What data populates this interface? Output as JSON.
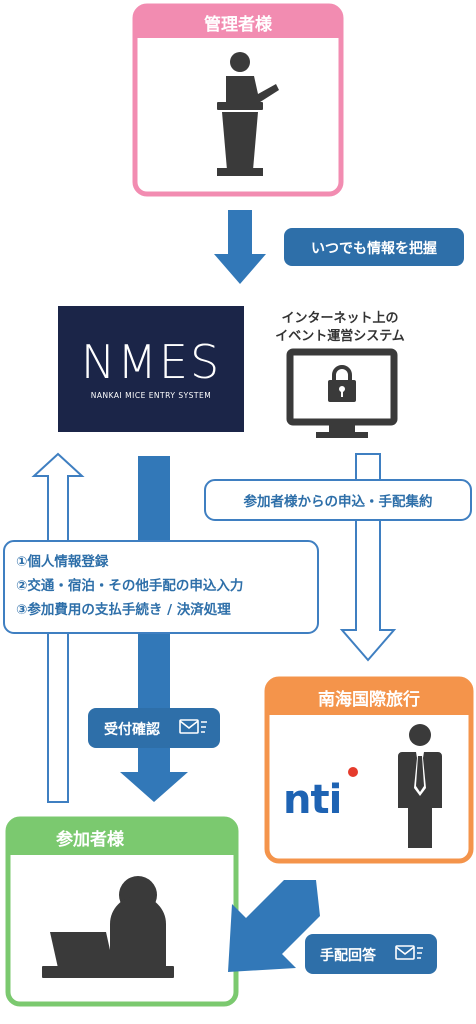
{
  "admin_box": {
    "title": "管理者様",
    "accent": "#F28CB1",
    "icon": "speaker-podium-icon"
  },
  "info_badge": {
    "label": "いつでも情報を把握"
  },
  "nmes": {
    "logo_text": "NMES",
    "subtitle": "NANKAI MICE ENTRY SYSTEM",
    "bg": "#1B2548"
  },
  "internet_label": {
    "line1": "インターネット上の",
    "line2": "イベント運営システム",
    "icon": "locked-monitor-icon"
  },
  "collect_badge": {
    "label": "参加者様からの申込・手配集約"
  },
  "steps_box": {
    "line1": "①個人情報登録",
    "line2": "②交通・宿泊・その他手配の申込入力",
    "line3": "③参加費用の支払手続き / 決済処理"
  },
  "receipt_badge": {
    "label": "受付確認",
    "icon": "mail-icon"
  },
  "nti_box": {
    "title": "南海国際旅行",
    "accent": "#F4944B",
    "logo_text": "nti",
    "logo_color": "#1E63B3",
    "dot_color": "#E53B2C",
    "icon": "businessman-icon"
  },
  "participant_box": {
    "title": "参加者様",
    "accent": "#7BC96F",
    "icon": "person-at-laptop-icon"
  },
  "reply_badge": {
    "label": "手配回答",
    "icon": "mail-icon"
  },
  "colors": {
    "blue": "#3278B8",
    "badge": "#2E6FA9",
    "outline": "#3F7FC1",
    "icon_dark": "#3A3A3A"
  }
}
